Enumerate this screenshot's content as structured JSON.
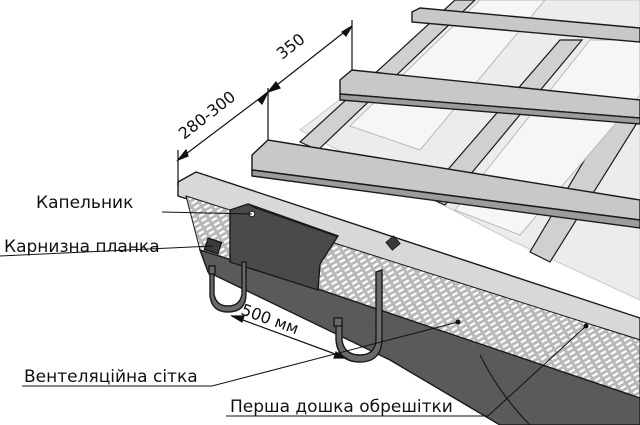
{
  "labels": {
    "drip_edge": "Капельник",
    "eave_strip": "Карнизна планка",
    "vent_mesh": "Вентеляційна сітка",
    "first_batten": "Перша дошка обрешітки"
  },
  "dimensions": {
    "first_spacing": "280-300",
    "batten_spacing": "350",
    "bracket_spacing": "500 мм"
  },
  "colors": {
    "background": "#ffffff",
    "outline": "#1a1a1a",
    "rafter": "#d4d4d4",
    "batten": "#c9c9c9",
    "membrane": "#ededed",
    "drip": "#4a4a4a",
    "eave": "#5a5a5a",
    "mesh": "#b5b5b5",
    "bracket": "#6a6a6a"
  }
}
